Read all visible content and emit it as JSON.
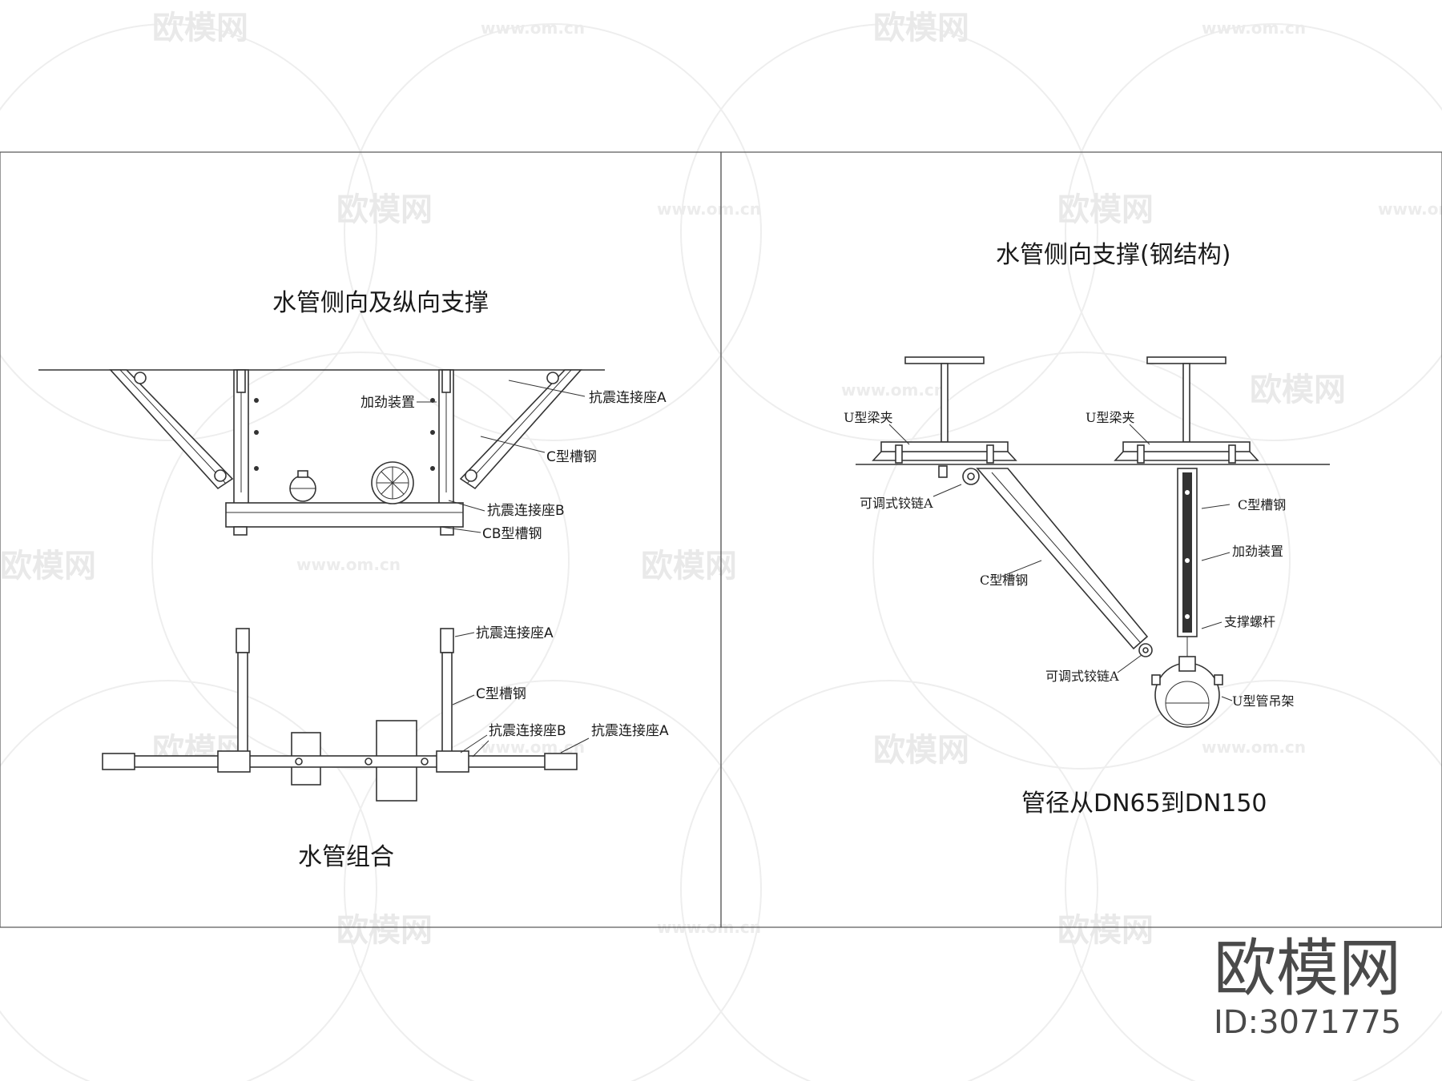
{
  "watermark": {
    "brand": "欧模网",
    "url": "www.om.cn"
  },
  "left_panel": {
    "title_top": "水管侧向及纵向支撑",
    "title_bottom": "水管组合",
    "top_labels": {
      "stiffener": "加劲装置",
      "seat_a": "抗震连接座A",
      "c_channel": "C型槽钢",
      "seat_b": "抗震连接座B",
      "cb_channel": "CB型槽钢"
    },
    "bottom_labels": {
      "seat_a_top": "抗震连接座A",
      "c_channel": "C型槽钢",
      "seat_b": "抗震连接座B",
      "seat_a_right": "抗震连接座A"
    }
  },
  "right_panel": {
    "title": "水管侧向支撑(钢结构)",
    "footer": "管径从DN65到DN150",
    "labels": {
      "u_clamp_left": "U型梁夹",
      "u_clamp_right": "U型梁夹",
      "hinge_top": "可调式铰链A",
      "c_channel_right": "C型槽钢",
      "stiffener": "加劲装置",
      "c_channel_left": "C型槽钢",
      "rod": "支撑螺杆",
      "hinge_bottom": "可调式铰链A",
      "u_hanger": "U型管吊架"
    }
  },
  "brand_block": {
    "name": "欧模网",
    "id": "ID:3071775"
  }
}
